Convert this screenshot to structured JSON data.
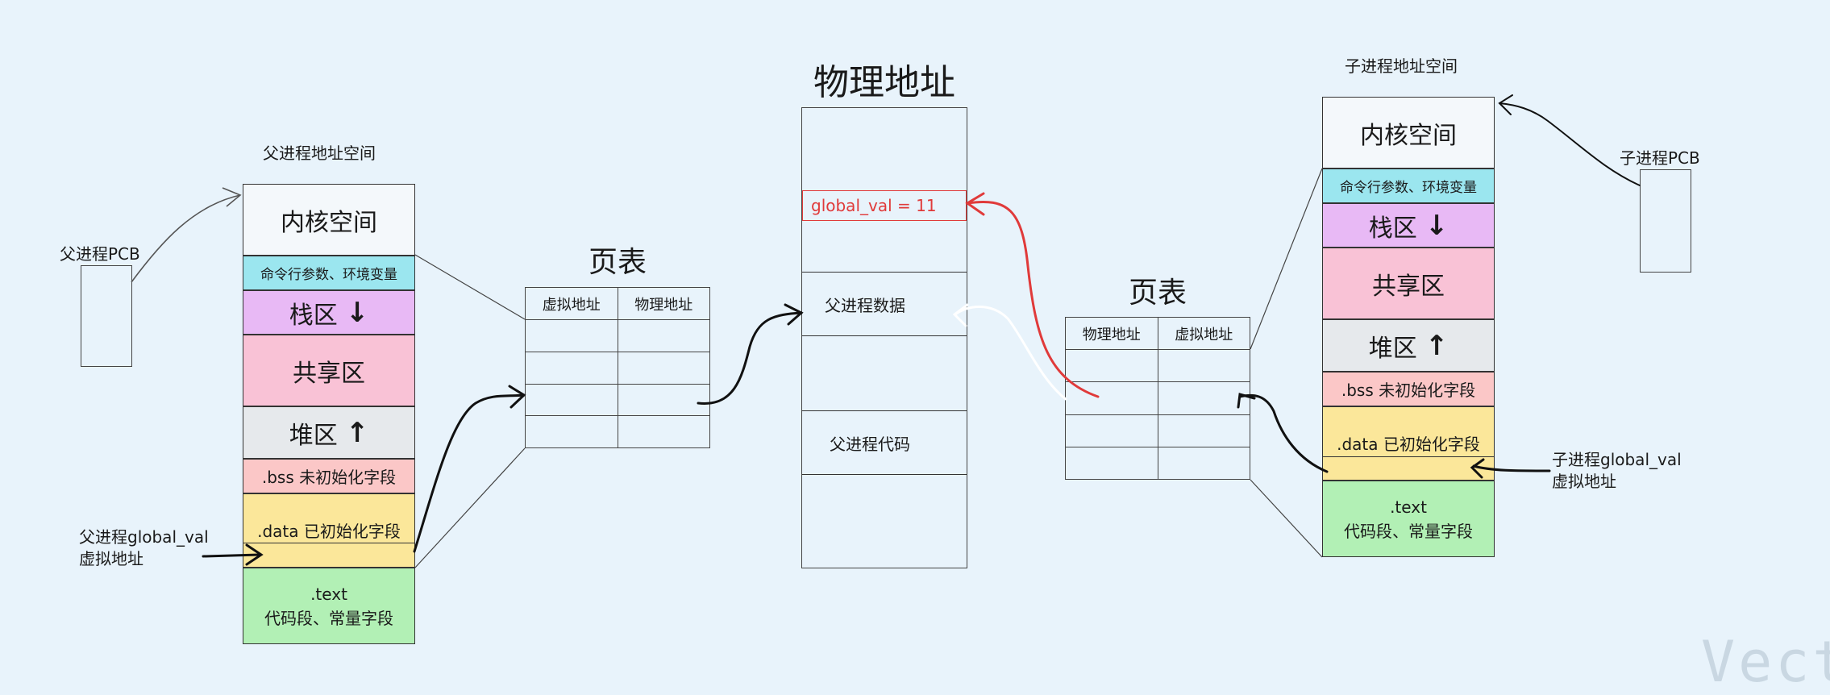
{
  "parent": {
    "title": "父进程地址空间",
    "pcb": "父进程PCB",
    "global_label_line1": "父进程global_val",
    "global_label_line2": "虚拟地址",
    "segments": {
      "kernel": "内核空间",
      "args": "命令行参数、环境变量",
      "stack": "栈区",
      "shared": "共享区",
      "heap": "堆区",
      "bss": ".bss 未初始化字段",
      "data": ".data 已初始化字段",
      "text_line1": ".text",
      "text_line2": "代码段、常量字段"
    }
  },
  "child": {
    "title": "子进程地址空间",
    "pcb": "子进程PCB",
    "global_label_line1": "子进程global_val",
    "global_label_line2": "虚拟地址",
    "segments": {
      "kernel": "内核空间",
      "args": "命令行参数、环境变量",
      "stack": "栈区",
      "shared": "共享区",
      "heap": "堆区",
      "bss": ".bss 未初始化字段",
      "data": ".data 已初始化字段",
      "text_line1": ".text",
      "text_line2": "代码段、常量字段"
    }
  },
  "parent_page_table": {
    "title": "页表",
    "col1": "虚拟地址",
    "col2": "物理地址"
  },
  "child_page_table": {
    "title": "页表",
    "col1": "物理地址",
    "col2": "虚拟地址"
  },
  "physical": {
    "title": "物理地址",
    "global": "global_val  = 11",
    "parent_data": "父进程数据",
    "parent_code": "父进程代码"
  },
  "watermark": "Vect",
  "colors": {
    "background": "#e8f3fb",
    "kernel": "#f4f8fb",
    "args": "#9be6ef",
    "stack": "#e8b9f5",
    "shared": "#f9c2d6",
    "heap": "#e6e9ec",
    "bss": "#fbc7c7",
    "data": "#fbe79a",
    "text": "#b2f0b5",
    "highlight": "#e03a3a"
  }
}
